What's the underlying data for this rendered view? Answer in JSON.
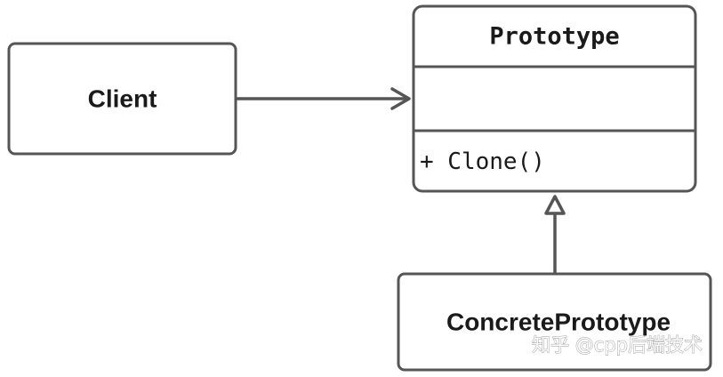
{
  "diagram": {
    "client": {
      "label": "Client"
    },
    "prototype": {
      "name": "Prototype",
      "attributes": "",
      "method": "+ Clone()"
    },
    "concrete": {
      "label": "ConcretePrototype"
    },
    "watermark": "知乎 @cpp后端技术"
  },
  "colors": {
    "stroke": "#555555",
    "text": "#1a1a1a",
    "background": "#ffffff"
  }
}
